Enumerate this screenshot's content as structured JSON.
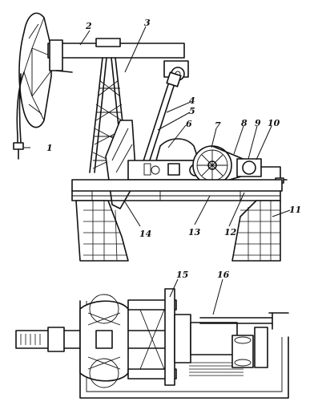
{
  "labels": {
    "l1": "1",
    "l2": "2",
    "l3": "3",
    "l4": "4",
    "l5": "5",
    "l6": "6",
    "l7": "7",
    "l8": "8",
    "l9": "9",
    "l10": "10",
    "l11": "11",
    "l12": "12",
    "l13": "13",
    "l14": "14",
    "l15": "15",
    "l16": "16"
  },
  "colors": {
    "ink": "#111111",
    "paper": "#ffffff"
  }
}
